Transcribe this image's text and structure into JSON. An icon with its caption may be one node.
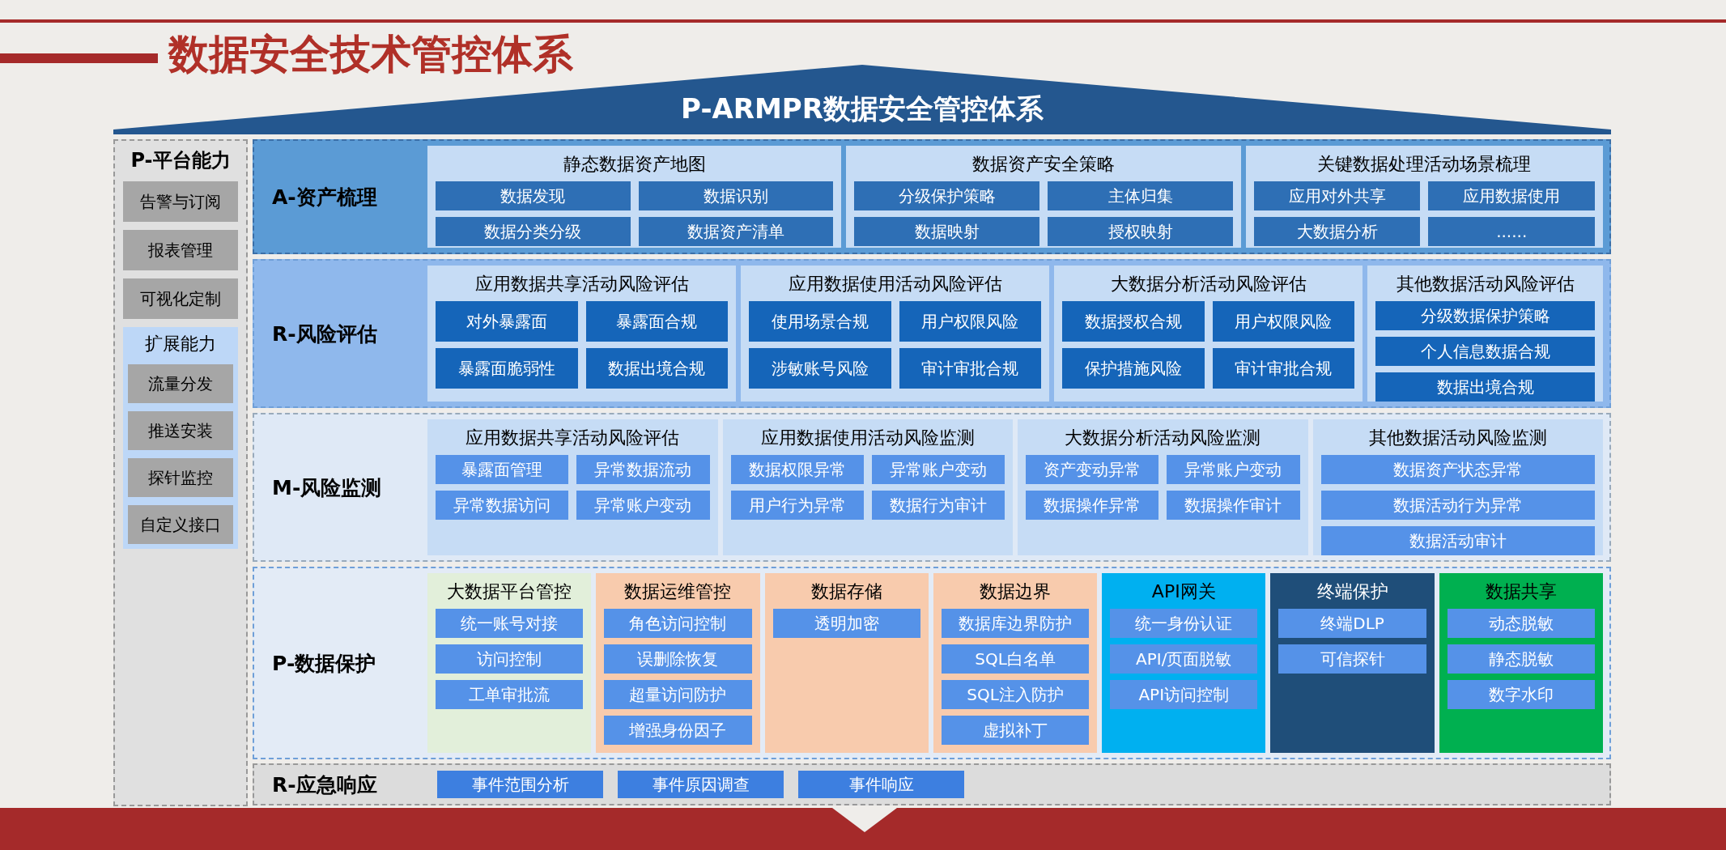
{
  "diagram": {
    "title": "数据安全技术管控体系",
    "nodes": [
      {
        "text": [
          "P-ARMPR数据安全管控体系"
        ]
      },
      {
        "text": [
          "P-平台能力"
        ]
      },
      {
        "text": [
          "告警与订阅"
        ],
        "in": 1
      },
      {
        "text": [
          "报表管理"
        ],
        "in": 1
      },
      {
        "text": [
          "可视化定制"
        ],
        "in": 1
      },
      {
        "text": [
          "扩展能力"
        ],
        "in": 1
      },
      {
        "text": [
          "流量分发"
        ],
        "in": 5
      },
      {
        "text": [
          "推送安装"
        ],
        "in": 5
      },
      {
        "text": [
          "探针监控"
        ],
        "in": 5
      },
      {
        "text": [
          "自定义接口"
        ],
        "in": 5
      },
      {
        "text": [
          "A-资产梳理"
        ]
      },
      {
        "text": [
          "静态数据资产地图"
        ],
        "in": 10
      },
      {
        "text": [
          "数据发现"
        ],
        "in": 11
      },
      {
        "text": [
          "数据识别"
        ],
        "in": 11
      },
      {
        "text": [
          "数据分类分级"
        ],
        "in": 11
      },
      {
        "text": [
          "数据资产清单"
        ],
        "in": 11
      },
      {
        "text": [
          "数据资产安全策略"
        ],
        "in": 10
      },
      {
        "text": [
          "分级保护策略"
        ],
        "in": 16
      },
      {
        "text": [
          "主体归集"
        ],
        "in": 16
      },
      {
        "text": [
          "数据映射"
        ],
        "in": 16
      },
      {
        "text": [
          "授权映射"
        ],
        "in": 16
      },
      {
        "text": [
          "关键数据处理活动场景梳理"
        ],
        "in": 10
      },
      {
        "text": [
          "应用对外共享"
        ],
        "in": 21
      },
      {
        "text": [
          "应用数据使用"
        ],
        "in": 21
      },
      {
        "text": [
          "大数据分析"
        ],
        "in": 21
      },
      {
        "text": [
          "......"
        ],
        "in": 21
      },
      {
        "text": [
          "R-风险评估"
        ]
      },
      {
        "text": [
          "应用数据共享活动风险评估"
        ],
        "in": 26
      },
      {
        "text": [
          "对外暴露面"
        ],
        "in": 27
      },
      {
        "text": [
          "暴露面合规"
        ],
        "in": 27
      },
      {
        "text": [
          "暴露面脆弱性"
        ],
        "in": 27
      },
      {
        "text": [
          "数据出境合规"
        ],
        "in": 27
      },
      {
        "text": [
          "应用数据使用活动风险评估"
        ],
        "in": 26
      },
      {
        "text": [
          "使用场景合规"
        ],
        "in": 32
      },
      {
        "text": [
          "用户权限风险"
        ],
        "in": 32
      },
      {
        "text": [
          "涉敏账号风险"
        ],
        "in": 32
      },
      {
        "text": [
          "审计审批合规"
        ],
        "in": 32
      },
      {
        "text": [
          "大数据分析活动风险评估"
        ],
        "in": 26
      },
      {
        "text": [
          "数据授权合规"
        ],
        "in": 37
      },
      {
        "text": [
          "用户权限风险"
        ],
        "in": 37
      },
      {
        "text": [
          "保护措施风险"
        ],
        "in": 37
      },
      {
        "text": [
          "审计审批合规"
        ],
        "in": 37
      },
      {
        "text": [
          "其他数据活动风险评估"
        ],
        "in": 26
      },
      {
        "text": [
          "分级数据保护策略"
        ],
        "in": 42
      },
      {
        "text": [
          "个人信息数据合规"
        ],
        "in": 42
      },
      {
        "text": [
          "数据出境合规"
        ],
        "in": 42
      },
      {
        "text": [
          "M-风险监测"
        ]
      },
      {
        "text": [
          "应用数据共享活动风险评估"
        ],
        "in": 46
      },
      {
        "text": [
          "暴露面管理"
        ],
        "in": 47
      },
      {
        "text": [
          "异常数据流动"
        ],
        "in": 47
      },
      {
        "text": [
          "异常数据访问"
        ],
        "in": 47
      },
      {
        "text": [
          "异常账户变动"
        ],
        "in": 47
      },
      {
        "text": [
          "应用数据使用活动风险监测"
        ],
        "in": 46
      },
      {
        "text": [
          "数据权限异常"
        ],
        "in": 52
      },
      {
        "text": [
          "异常账户变动"
        ],
        "in": 52
      },
      {
        "text": [
          "用户行为异常"
        ],
        "in": 52
      },
      {
        "text": [
          "数据行为审计"
        ],
        "in": 52
      },
      {
        "text": [
          "大数据分析活动风险监测"
        ],
        "in": 46
      },
      {
        "text": [
          "资产变动异常"
        ],
        "in": 57
      },
      {
        "text": [
          "异常账户变动"
        ],
        "in": 57
      },
      {
        "text": [
          "数据操作异常"
        ],
        "in": 57
      },
      {
        "text": [
          "数据操作审计"
        ],
        "in": 57
      },
      {
        "text": [
          "其他数据活动风险监测"
        ],
        "in": 46
      },
      {
        "text": [
          "数据资产状态异常"
        ],
        "in": 62
      },
      {
        "text": [
          "数据活动行为异常"
        ],
        "in": 62
      },
      {
        "text": [
          "数据活动审计"
        ],
        "in": 62
      },
      {
        "text": [
          "P-数据保护"
        ]
      },
      {
        "text": [
          "大数据平台管控"
        ],
        "in": 66
      },
      {
        "text": [
          "统一账号对接"
        ],
        "in": 67
      },
      {
        "text": [
          "访问控制"
        ],
        "in": 67
      },
      {
        "text": [
          "工单审批流"
        ],
        "in": 67
      },
      {
        "text": [
          "数据运维管控"
        ],
        "in": 66
      },
      {
        "text": [
          "角色访问控制"
        ],
        "in": 71
      },
      {
        "text": [
          "误删除恢复"
        ],
        "in": 71
      },
      {
        "text": [
          "超量访问防护"
        ],
        "in": 71
      },
      {
        "text": [
          "增强身份因子"
        ],
        "in": 71
      },
      {
        "text": [
          "数据存储"
        ],
        "in": 66
      },
      {
        "text": [
          "透明加密"
        ],
        "in": 76
      },
      {
        "text": [
          "数据边界"
        ],
        "in": 66
      },
      {
        "text": [
          "数据库边界防护"
        ],
        "in": 78
      },
      {
        "text": [
          "SQL白名单"
        ],
        "in": 78
      },
      {
        "text": [
          "SQL注入防护"
        ],
        "in": 78
      },
      {
        "text": [
          "虚拟补丁"
        ],
        "in": 78
      },
      {
        "text": [
          "API网关"
        ],
        "in": 66
      },
      {
        "text": [
          "统一身份认证"
        ],
        "in": 83
      },
      {
        "text": [
          "API/页面脱敏"
        ],
        "in": 83
      },
      {
        "text": [
          "API访问控制"
        ],
        "in": 83
      },
      {
        "text": [
          "终端保护"
        ],
        "in": 66
      },
      {
        "text": [
          "终端DLP"
        ],
        "in": 87
      },
      {
        "text": [
          "可信探针"
        ],
        "in": 87
      },
      {
        "text": [
          "数据共享"
        ],
        "in": 66
      },
      {
        "text": [
          "动态脱敏"
        ],
        "in": 90
      },
      {
        "text": [
          "静态脱敏"
        ],
        "in": 90
      },
      {
        "text": [
          "数字水印"
        ],
        "in": 90
      },
      {
        "text": [
          "R-应急响应"
        ]
      },
      {
        "text": [
          "事件范围分析"
        ],
        "in": 94
      },
      {
        "text": [
          "事件原因调查"
        ],
        "in": 94
      },
      {
        "text": [
          "事件响应"
        ],
        "in": 94
      }
    ]
  }
}
